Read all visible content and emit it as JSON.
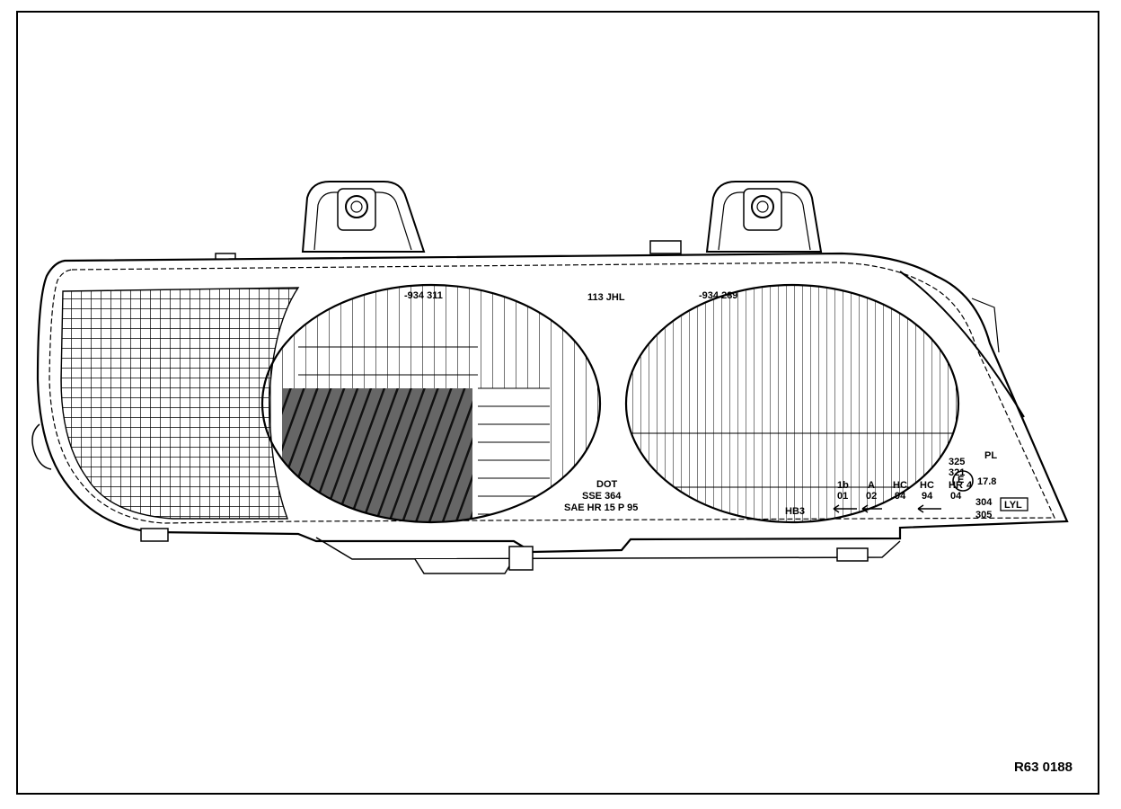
{
  "reference_code": "R63 0188",
  "lens_markings": {
    "low_beam_code": "-934 311",
    "center_code": "113 JHL",
    "high_beam_code": "-934 289",
    "dot": "DOT",
    "sse": "SSE 364",
    "sae": "SAE HR 15 P 95",
    "hb3": "HB3",
    "c1b": "1b",
    "c01": "01",
    "cA": "A",
    "c02": "02",
    "hc1": "HC",
    "hc1_n": "94",
    "hc2": "HC",
    "hc2_n": "94",
    "hr": "HR",
    "hr_n": "04",
    "n325": "325",
    "n321": "321",
    "pl": "PL",
    "e_mark": "E",
    "e_num": "4",
    "n17": "17.8",
    "n304": "304",
    "n305": "305",
    "box_text": "LYL"
  }
}
